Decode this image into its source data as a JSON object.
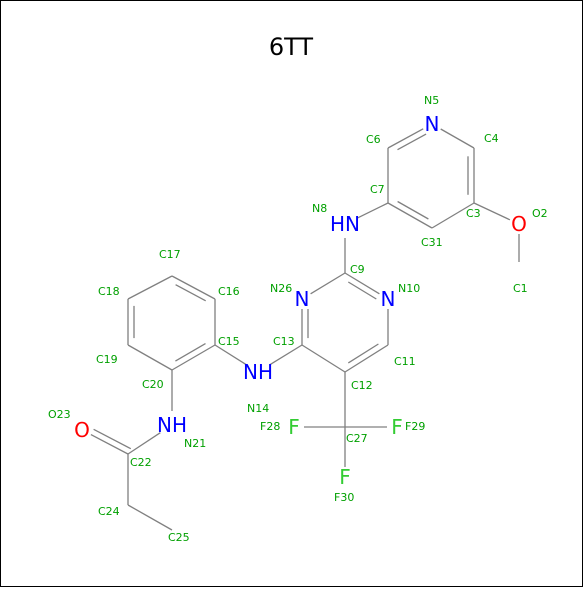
{
  "title": "6TT",
  "colors": {
    "bond": "#808080",
    "label": "#00a000",
    "nitrogen": "#0000ff",
    "oxygen": "#ff0000",
    "fluorine": "#33cc33",
    "title": "#000000",
    "border": "#000000"
  },
  "atoms": [
    {
      "id": "C1",
      "el": "C"
    },
    {
      "id": "O2",
      "el": "O"
    },
    {
      "id": "C3",
      "el": "C"
    },
    {
      "id": "C4",
      "el": "C"
    },
    {
      "id": "N5",
      "el": "N"
    },
    {
      "id": "C6",
      "el": "C"
    },
    {
      "id": "C7",
      "el": "C"
    },
    {
      "id": "N8",
      "el": "N",
      "symbol": "HN"
    },
    {
      "id": "C9",
      "el": "C"
    },
    {
      "id": "N10",
      "el": "N"
    },
    {
      "id": "C11",
      "el": "C"
    },
    {
      "id": "C12",
      "el": "C"
    },
    {
      "id": "C13",
      "el": "C"
    },
    {
      "id": "N14",
      "el": "N",
      "symbol": "NH"
    },
    {
      "id": "C15",
      "el": "C"
    },
    {
      "id": "C16",
      "el": "C"
    },
    {
      "id": "C17",
      "el": "C"
    },
    {
      "id": "C18",
      "el": "C"
    },
    {
      "id": "C19",
      "el": "C"
    },
    {
      "id": "C20",
      "el": "C"
    },
    {
      "id": "N21",
      "el": "N",
      "symbol": "NH"
    },
    {
      "id": "C22",
      "el": "C"
    },
    {
      "id": "O23",
      "el": "O"
    },
    {
      "id": "C24",
      "el": "C"
    },
    {
      "id": "C25",
      "el": "C"
    },
    {
      "id": "N26",
      "el": "N"
    },
    {
      "id": "C27",
      "el": "C"
    },
    {
      "id": "F28",
      "el": "F"
    },
    {
      "id": "F29",
      "el": "F"
    },
    {
      "id": "F30",
      "el": "F"
    },
    {
      "id": "C31",
      "el": "C"
    }
  ],
  "bonds": [
    [
      "C1",
      "O2",
      1
    ],
    [
      "O2",
      "C3",
      1
    ],
    [
      "C3",
      "C4",
      2
    ],
    [
      "C4",
      "N5",
      1
    ],
    [
      "N5",
      "C6",
      2
    ],
    [
      "C6",
      "C7",
      1
    ],
    [
      "C7",
      "C31",
      2
    ],
    [
      "C31",
      "C3",
      1
    ],
    [
      "C7",
      "N8",
      1
    ],
    [
      "N8",
      "C9",
      1
    ],
    [
      "C9",
      "N10",
      2
    ],
    [
      "N10",
      "C11",
      1
    ],
    [
      "C11",
      "C12",
      2
    ],
    [
      "C12",
      "C13",
      1
    ],
    [
      "C13",
      "N26",
      2
    ],
    [
      "N26",
      "C9",
      1
    ],
    [
      "C13",
      "N14",
      1
    ],
    [
      "N14",
      "C15",
      1
    ],
    [
      "C15",
      "C16",
      1
    ],
    [
      "C16",
      "C17",
      2
    ],
    [
      "C17",
      "C18",
      1
    ],
    [
      "C18",
      "C19",
      2
    ],
    [
      "C19",
      "C20",
      1
    ],
    [
      "C20",
      "C15",
      2
    ],
    [
      "C20",
      "N21",
      1
    ],
    [
      "N21",
      "C22",
      1
    ],
    [
      "C22",
      "O23",
      2
    ],
    [
      "C22",
      "C24",
      1
    ],
    [
      "C24",
      "C25",
      1
    ],
    [
      "C12",
      "C27",
      1
    ],
    [
      "C27",
      "F28",
      1
    ],
    [
      "C27",
      "F29",
      1
    ],
    [
      "C27",
      "F30",
      1
    ]
  ]
}
